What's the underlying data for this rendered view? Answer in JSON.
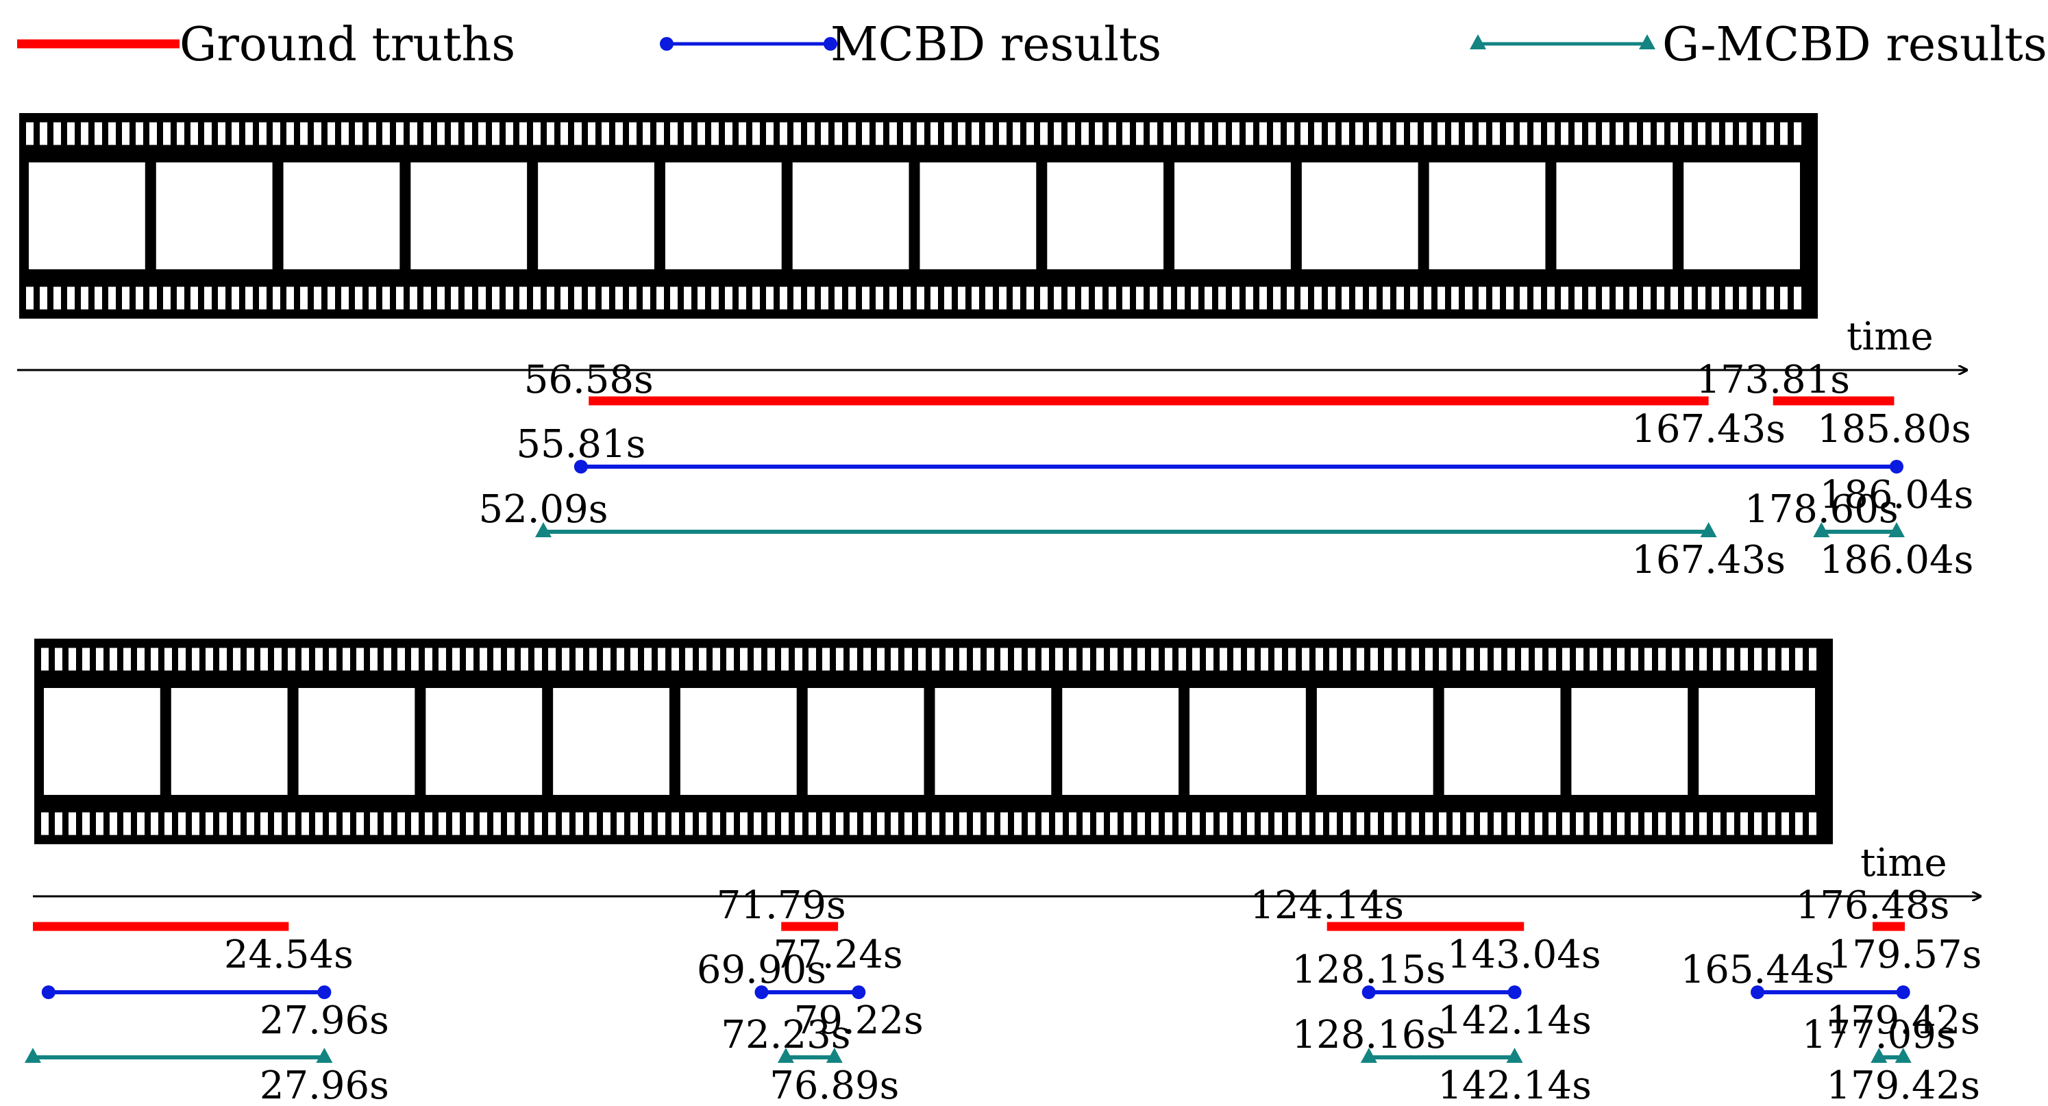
{
  "legend": {
    "ground_truth_label": "Ground truths",
    "mcbd_label": "MCBD results",
    "gmcbd_label": "G-MCBD results"
  },
  "colors": {
    "ground_truth": "#ff0000",
    "mcbd": "#0a1adf",
    "gmcbd": "#138482",
    "film": "#000000"
  },
  "panels": [
    {
      "axis_label": "time",
      "ground_truths": [
        {
          "start": 56.58,
          "end": 167.43,
          "start_label": "56.58s",
          "end_label": "167.43s"
        },
        {
          "start": 173.81,
          "end": 185.8,
          "start_label": "173.81s",
          "end_label": "185.80s"
        }
      ],
      "mcbd": [
        {
          "start": 55.81,
          "end": 186.04,
          "start_label": "55.81s",
          "end_label": "186.04s"
        }
      ],
      "gmcbd": [
        {
          "start": 52.09,
          "end": 167.43,
          "start_label": "52.09s",
          "end_label": "167.43s"
        },
        {
          "start": 178.6,
          "end": 186.04,
          "start_label": "178.60s",
          "end_label": "186.04s"
        }
      ]
    },
    {
      "axis_label": "time",
      "ground_truths": [
        {
          "start": 0.0,
          "end": 24.54,
          "start_label": "",
          "end_label": "24.54s"
        },
        {
          "start": 71.79,
          "end": 77.24,
          "start_label": "71.79s",
          "end_label": "77.24s"
        },
        {
          "start": 124.14,
          "end": 143.04,
          "start_label": "124.14s",
          "end_label": "143.04s"
        },
        {
          "start": 176.48,
          "end": 179.57,
          "start_label": "176.48s",
          "end_label": "179.57s"
        }
      ],
      "mcbd": [
        {
          "start": 1.5,
          "end": 27.96,
          "start_label": "",
          "end_label": "27.96s"
        },
        {
          "start": 69.9,
          "end": 79.22,
          "start_label": "69.90s",
          "end_label": "79.22s"
        },
        {
          "start": 128.15,
          "end": 142.14,
          "start_label": "128.15s",
          "end_label": "142.14s"
        },
        {
          "start": 165.44,
          "end": 179.42,
          "start_label": "165.44s",
          "end_label": "179.42s"
        }
      ],
      "gmcbd": [
        {
          "start": 0.0,
          "end": 27.96,
          "start_label": "",
          "end_label": "27.96s"
        },
        {
          "start": 72.23,
          "end": 76.89,
          "start_label": "72.23s",
          "end_label": "76.89s"
        },
        {
          "start": 128.16,
          "end": 142.14,
          "start_label": "128.16s",
          "end_label": "142.14s"
        },
        {
          "start": 177.09,
          "end": 179.42,
          "start_label": "177.09s",
          "end_label": "179.42s"
        }
      ]
    }
  ]
}
